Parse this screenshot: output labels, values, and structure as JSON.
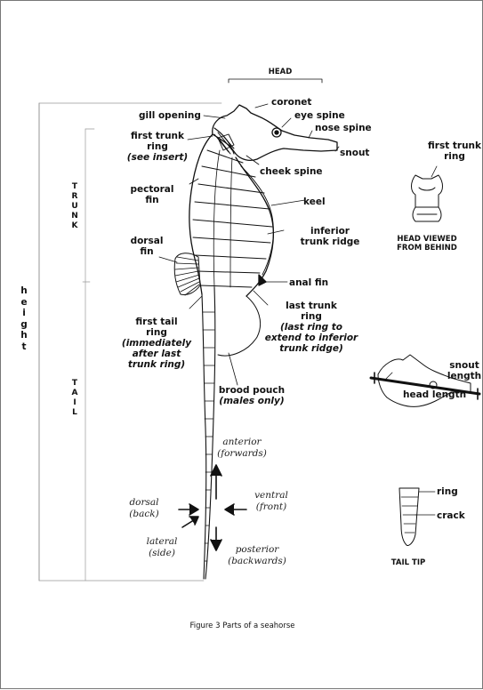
{
  "caption": "Figure 3  Parts of a seahorse",
  "labels": {
    "head": "HEAD",
    "coronet": "coronet",
    "gill_opening": "gill opening",
    "eye_spine": "eye spine",
    "nose_spine": "nose spine",
    "snout": "snout",
    "first_trunk_ring_l1": "first trunk",
    "first_trunk_ring_l2": "ring",
    "see_insert": "(see insert)",
    "cheek_spine": "cheek spine",
    "pectoral_fin_l1": "pectoral",
    "pectoral_fin_l2": "fin",
    "keel": "keel",
    "inferior_trunk_ridge_l1": "inferior",
    "inferior_trunk_ridge_l2": "trunk ridge",
    "dorsal_fin_l1": "dorsal",
    "dorsal_fin_l2": "fin",
    "anal_fin": "anal fin",
    "last_trunk_ring_l1": "last trunk",
    "last_trunk_ring_l2": "ring",
    "last_trunk_note_l1": "(last ring to",
    "last_trunk_note_l2": "extend to inferior",
    "last_trunk_note_l3": "trunk ridge)",
    "first_tail_ring_l1": "first tail",
    "first_tail_ring_l2": "ring",
    "first_tail_note_l1": "(immediately",
    "first_tail_note_l2": "after last",
    "first_tail_note_l3": "trunk ring)",
    "brood_pouch": "brood pouch",
    "males_only": "(males only)",
    "trunk_letters": [
      "T",
      "R",
      "U",
      "N",
      "K"
    ],
    "tail_letters": [
      "T",
      "A",
      "I",
      "L"
    ],
    "height_letters": [
      "h",
      "e",
      "i",
      "g",
      "h",
      "t"
    ]
  },
  "directions": {
    "anterior": "anterior",
    "anterior_sub": "(forwards)",
    "posterior": "posterior",
    "posterior_sub": "(backwards)",
    "dorsal": "dorsal",
    "dorsal_sub": "(back)",
    "ventral": "ventral",
    "ventral_sub": "(front)",
    "lateral": "lateral",
    "lateral_sub": "(side)"
  },
  "insets": {
    "first_trunk_l1": "first trunk",
    "first_trunk_l2": "ring",
    "head_behind_l1": "HEAD VIEWED",
    "head_behind_l2": "FROM BEHIND",
    "snout_length_l1": "snout",
    "snout_length_l2": "length",
    "head_length": "head length",
    "ring": "ring",
    "crack": "crack",
    "tail_tip": "TAIL TIP"
  }
}
